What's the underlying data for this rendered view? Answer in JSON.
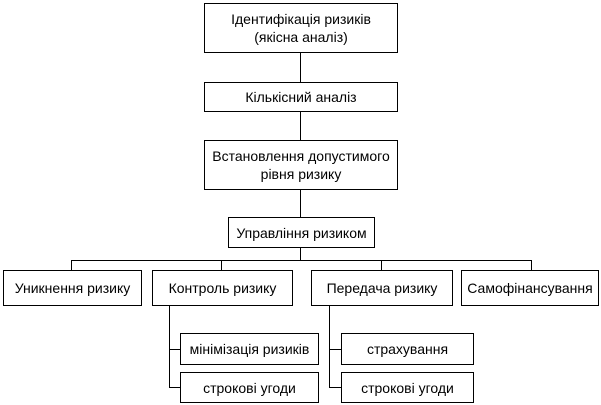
{
  "nodes": {
    "identification": "Ідентифікація ризиків\n(якісна аналіз)",
    "quantitative": "Кількісний аналіз",
    "acceptable_level": "Встановлення допустимого\nрівня ризику",
    "management": "Управління ризиком",
    "avoidance": "Уникнення ризику",
    "control": "Контроль ризику",
    "transfer": "Передача ризику",
    "self_financing": "Самофінансування",
    "minimization": "мінімізація ризиків",
    "control_term_agreements": "строкові угоди",
    "insurance": "страхування",
    "transfer_term_agreements": "строкові угоди"
  }
}
